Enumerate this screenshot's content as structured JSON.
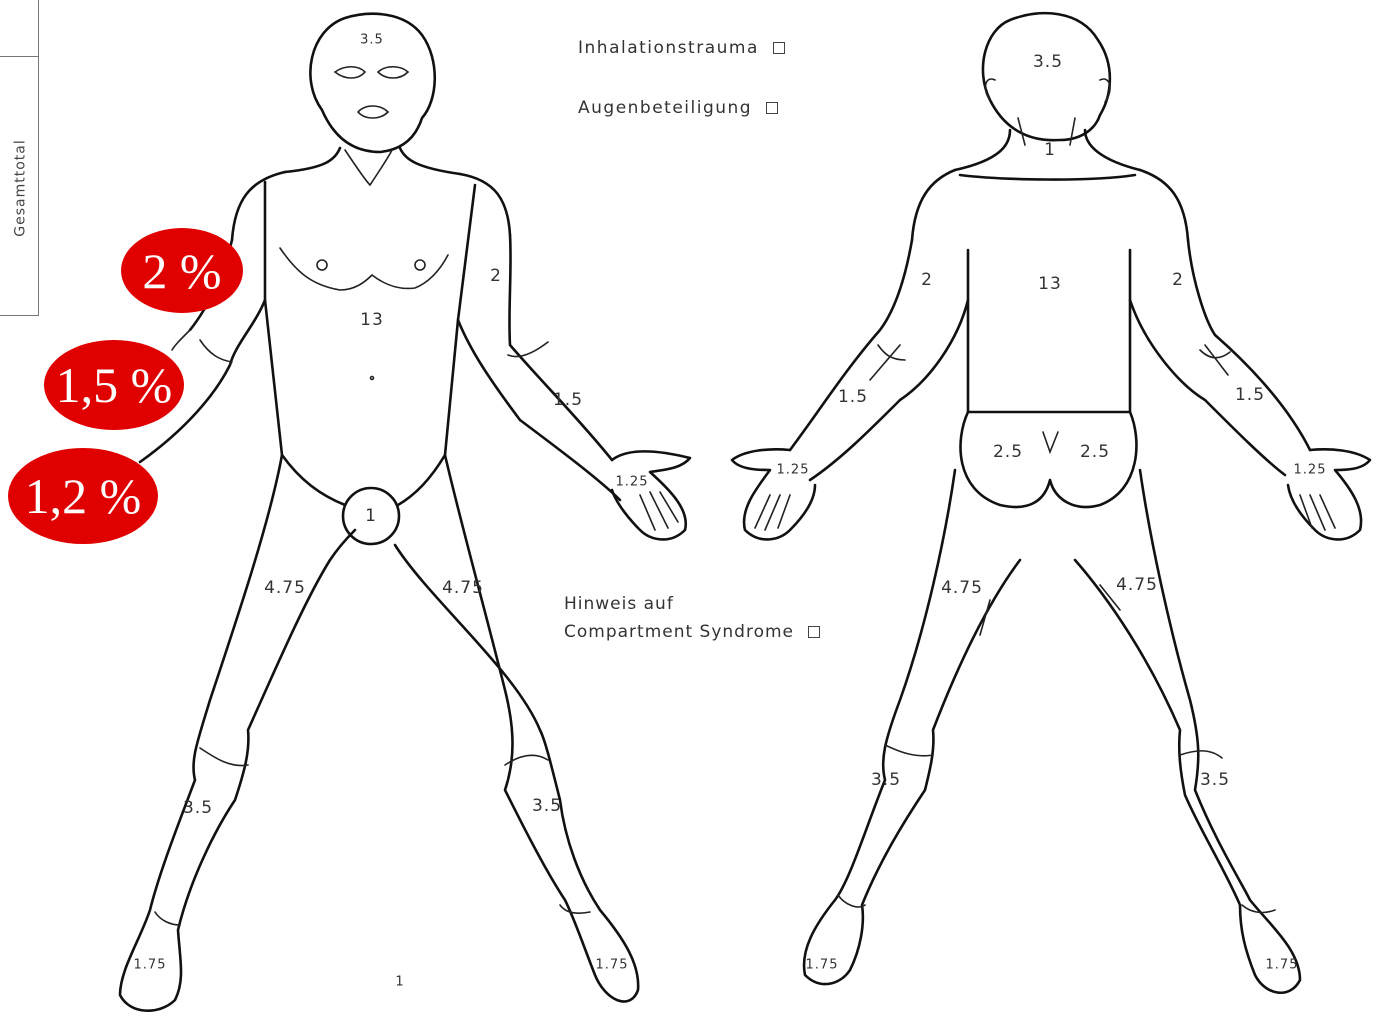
{
  "side_tab": {
    "label": "Gesamttotal"
  },
  "checkboxes": {
    "inhalation": {
      "label": "Inhalationstrauma"
    },
    "eyes": {
      "label": "Augenbeteiligung"
    },
    "compartment": {
      "label_line1": "Hinweis auf",
      "label_line2": "Compartment Syndrome"
    }
  },
  "front_labels": {
    "head": "3.5",
    "trunk": "13",
    "upper_arm_left": "2",
    "forearm_left": "1.5",
    "hand_left": "1.25",
    "genital": "1",
    "thigh_right": "4.75",
    "thigh_left": "4.75",
    "calf_right": "3.5",
    "calf_left": "3.5",
    "foot_right": "1.75",
    "foot_left": "1.75"
  },
  "back_labels": {
    "head": "3.5",
    "neck": "1",
    "trunk": "13",
    "upper_arm_left": "2",
    "upper_arm_right": "2",
    "forearm_left": "1.5",
    "forearm_right": "1.5",
    "hand_left": "1.25",
    "hand_right": "1.25",
    "buttock_left": "2.5",
    "buttock_right": "2.5",
    "thigh_left": "4.75",
    "thigh_right": "4.75",
    "calf_left": "3.5",
    "calf_right": "3.5",
    "foot_left": "1.75",
    "foot_right": "1.75"
  },
  "footer_mark": "1",
  "badges": [
    {
      "text": "2 %"
    },
    {
      "text": "1,5 %"
    },
    {
      "text": "1,2 %"
    }
  ],
  "colors": {
    "badge": "#e10000",
    "line": "#111111"
  }
}
